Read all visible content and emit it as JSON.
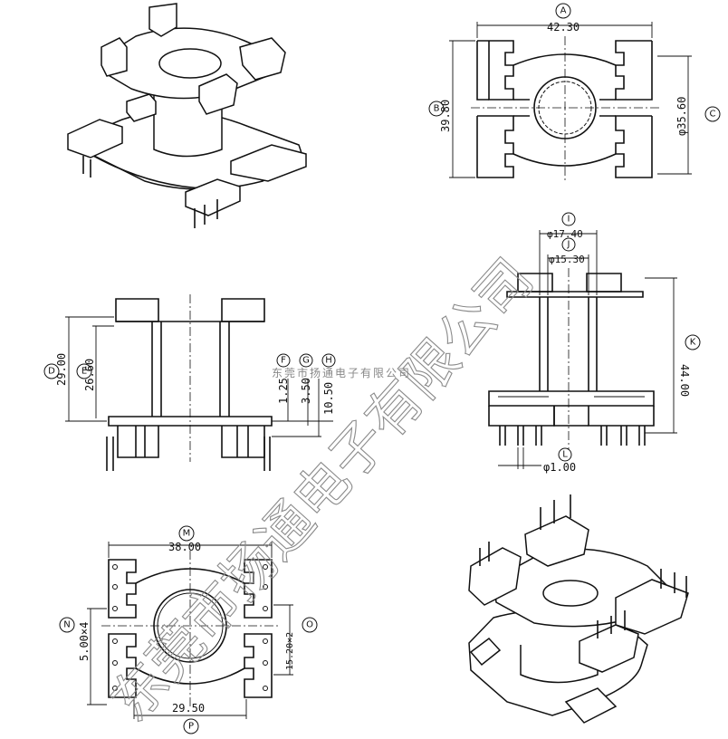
{
  "title": "",
  "top_view": {
    "width": {
      "letter": "A",
      "value": "42.30"
    },
    "height": {
      "letter": "B",
      "value": "39.80"
    },
    "diameter": {
      "letter": "C",
      "value": "φ35.60"
    }
  },
  "side_view": {
    "total_height": {
      "letter": "D",
      "value": "29.00"
    },
    "inner_height": {
      "letter": "E",
      "value": "26.60"
    },
    "flange": {
      "letter": "F",
      "value": "1.25"
    },
    "base_a": {
      "letter": "G",
      "value": "3.50"
    },
    "base_b": {
      "letter": "H",
      "value": "10.50"
    }
  },
  "front_view": {
    "outer_dia": {
      "letter": "I",
      "value": "φ17.40"
    },
    "inner_dia": {
      "letter": "J",
      "value": "φ15.30"
    },
    "height": {
      "letter": "K",
      "value": "44.00"
    },
    "pin_dia": {
      "letter": "L",
      "value": "φ1.00"
    }
  },
  "bottom_view": {
    "width": {
      "letter": "M",
      "value": "38.00"
    },
    "pitch": {
      "letter": "N",
      "value": "5.00×4"
    },
    "pitch2": {
      "letter": "O",
      "value": "15.20×2"
    },
    "pin_span": {
      "letter": "P",
      "value": "29.50"
    }
  },
  "watermark": {
    "big": "东莞市扬通电子有限公司",
    "small": "东莞市扬通电子有限公司"
  }
}
